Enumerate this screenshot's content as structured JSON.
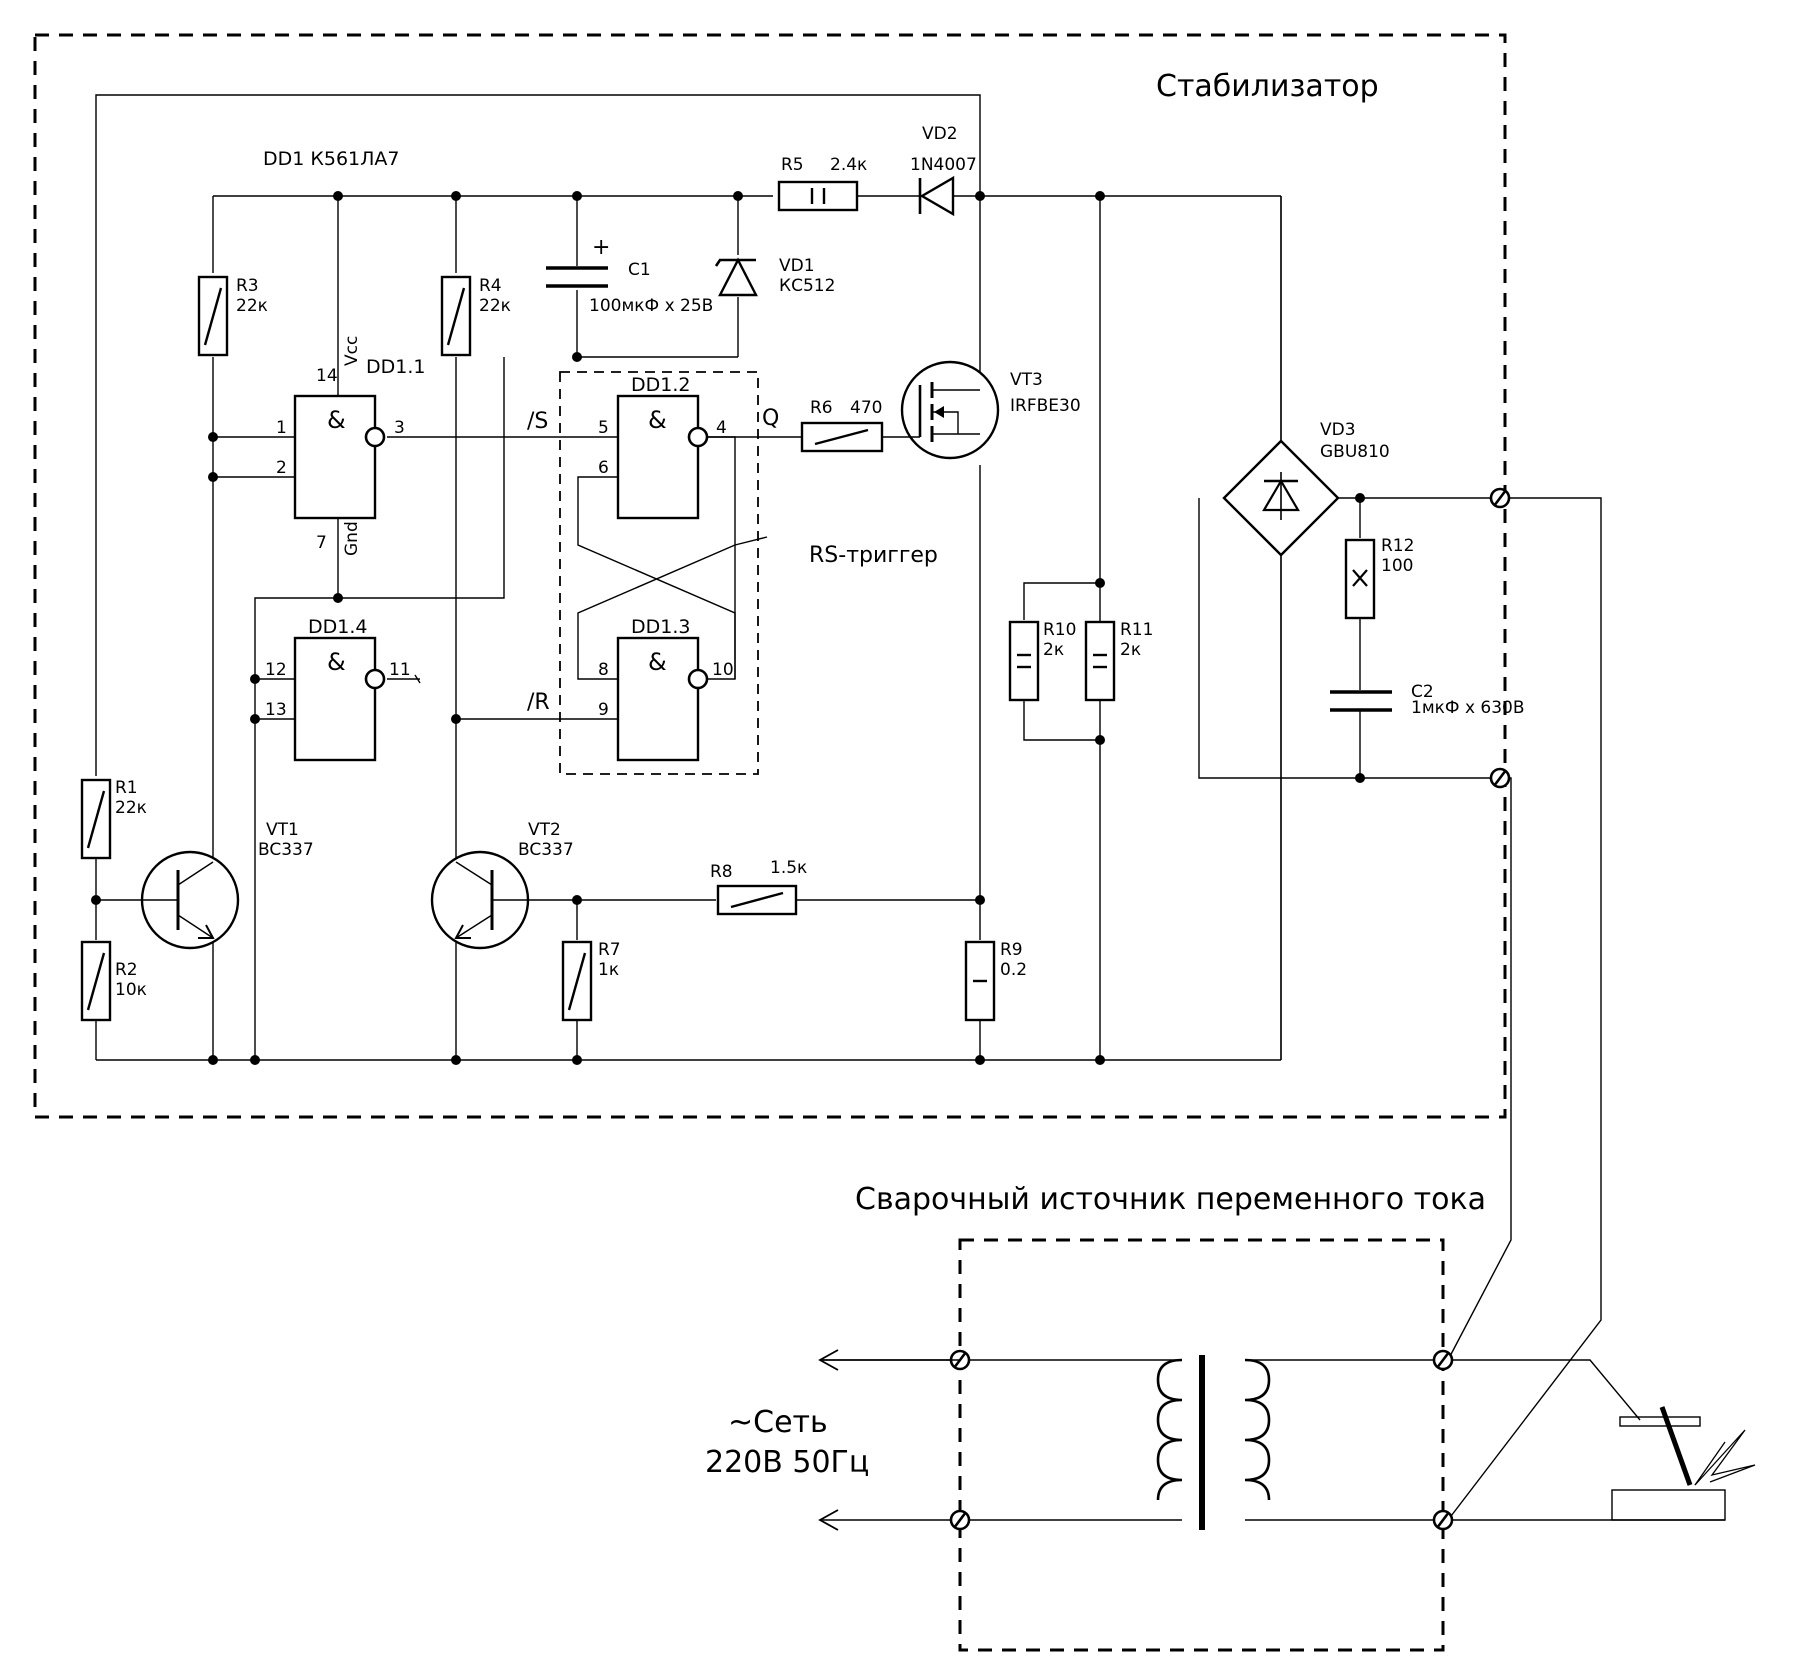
{
  "blocks": {
    "stabilizer": "Стабилизатор",
    "welding_source": "Сварочный источник переменного тока",
    "rs_trigger": "RS-триггер",
    "mains_line1": "~Сеть",
    "mains_line2": "220В 50Гц"
  },
  "chip": {
    "name": "DD1 К561ЛА7",
    "vcc": "Vcc",
    "gnd": "Gnd"
  },
  "gates": [
    {
      "name": "DD1.1",
      "symbol": "&",
      "in_a": "1",
      "in_b": "2",
      "out": "3",
      "vcc_pin": "14",
      "gnd_pin": "7"
    },
    {
      "name": "DD1.2",
      "symbol": "&",
      "in_a": "5",
      "in_b": "6",
      "out": "4"
    },
    {
      "name": "DD1.3",
      "symbol": "&",
      "in_a": "8",
      "in_b": "9",
      "out": "10"
    },
    {
      "name": "DD1.4",
      "symbol": "&",
      "in_a": "12",
      "in_b": "13",
      "out": "11"
    }
  ],
  "signals": {
    "s": "/S",
    "r": "/R",
    "q": "Q"
  },
  "resistors": [
    {
      "ref": "R1",
      "value": "22к"
    },
    {
      "ref": "R2",
      "value": "10к"
    },
    {
      "ref": "R3",
      "value": "22к"
    },
    {
      "ref": "R4",
      "value": "22к"
    },
    {
      "ref": "R5",
      "value": "2.4к"
    },
    {
      "ref": "R6",
      "value": "470"
    },
    {
      "ref": "R7",
      "value": "1к"
    },
    {
      "ref": "R8",
      "value": "1.5к"
    },
    {
      "ref": "R9",
      "value": "0.2"
    },
    {
      "ref": "R10",
      "value": "2к"
    },
    {
      "ref": "R11",
      "value": "2к"
    },
    {
      "ref": "R12",
      "value": "100"
    }
  ],
  "capacitors": [
    {
      "ref": "C1",
      "value": "100мкФ x 25В",
      "plus": "+"
    },
    {
      "ref": "C2",
      "value": "1мкФ x 630В"
    }
  ],
  "semis": {
    "vd1": {
      "ref": "VD1",
      "type": "КС512"
    },
    "vd2": {
      "ref": "VD2",
      "type": "1N4007"
    },
    "vd3": {
      "ref": "VD3",
      "type": "GBU810"
    },
    "vt1": {
      "ref": "VT1",
      "type": "BC337"
    },
    "vt2": {
      "ref": "VT2",
      "type": "BC337"
    },
    "vt3": {
      "ref": "VT3",
      "type": "IRFBE30"
    }
  }
}
